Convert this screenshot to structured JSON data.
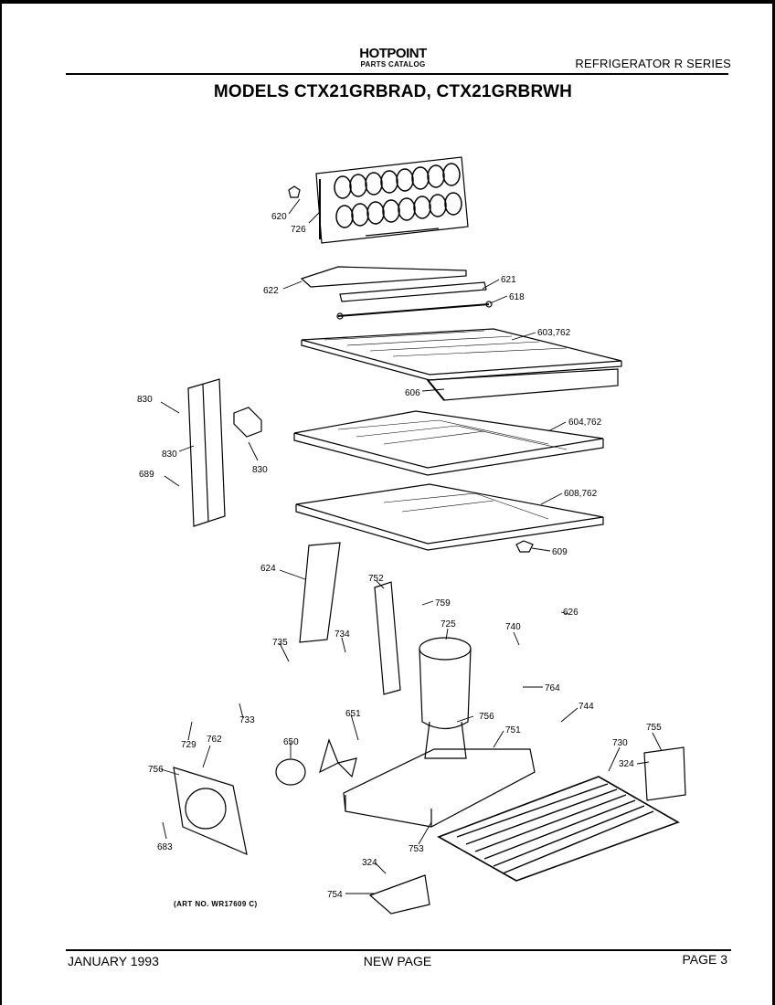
{
  "header": {
    "brand": "HOTPOINT",
    "catalog": "PARTS CATALOG",
    "series": "REFRIGERATOR R SERIES",
    "models": "MODELS CTX21GRBRAD, CTX21GRBRWH"
  },
  "diagram": {
    "art_number": "(ART NO. WR17609 C)",
    "callouts": {
      "c620": "620",
      "c726": "726",
      "c622": "622",
      "c621": "621",
      "c618": "618",
      "c603": "603,762",
      "c606": "606",
      "c830a": "830",
      "c830b": "830",
      "c830c": "830",
      "c689": "689",
      "c604": "604,762",
      "c608": "608,762",
      "c609": "609",
      "c624": "624",
      "c752": "752",
      "c759": "759",
      "c725": "725",
      "c740": "740",
      "c626": "626",
      "c735": "735",
      "c734": "734",
      "c733": "733",
      "c729": "729",
      "c762": "762",
      "c764": "764",
      "c744": "744",
      "c756a": "756",
      "c756b": "756",
      "c751": "751",
      "c651": "651",
      "c650": "650",
      "c730": "730",
      "c755": "755",
      "c324a": "324",
      "c683": "683",
      "c753": "753",
      "c324b": "324",
      "c754": "754"
    }
  },
  "footer": {
    "date": "JANUARY 1993",
    "status": "NEW PAGE",
    "page": "PAGE 3"
  }
}
